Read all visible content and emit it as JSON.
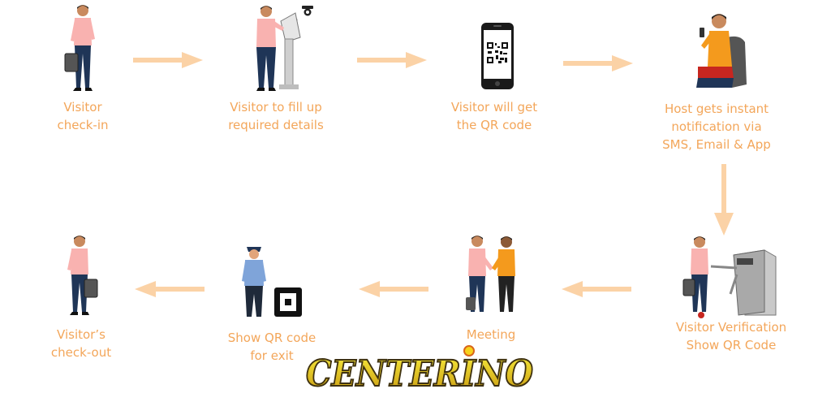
{
  "steps": [
    {
      "line1": "Visitor",
      "line2": "check-in"
    },
    {
      "line1": "Visitor to fill up",
      "line2": "required details"
    },
    {
      "line1": "Visitor will get",
      "line2": "the QR code"
    },
    {
      "line1": "Host gets instant",
      "line2": "notification via",
      "line3": "SMS, Email & App"
    },
    {
      "line1": "Visitor Verification",
      "line2": "Show QR Code"
    },
    {
      "line1": "Meeting"
    },
    {
      "line1": "Show QR code",
      "line2": "for exit"
    },
    {
      "line1": "Visitor’s",
      "line2": "check-out"
    }
  ],
  "logo": {
    "text": "CENTERINO"
  },
  "colors": {
    "label": "#f3a65a",
    "arrow": "#fbd2a6",
    "shirt": "#f9b2b0",
    "trousers": "#1f3557",
    "orange": "#f49a1d"
  }
}
